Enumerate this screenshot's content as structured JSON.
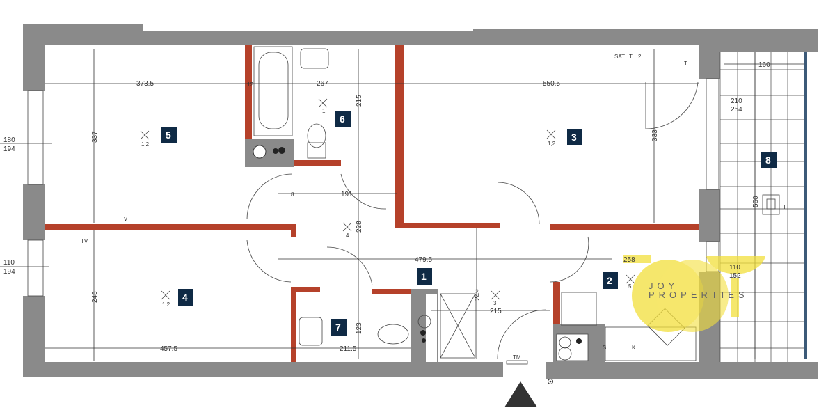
{
  "rooms": [
    {
      "number": "1"
    },
    {
      "number": "2"
    },
    {
      "number": "3"
    },
    {
      "number": "4"
    },
    {
      "number": "5"
    },
    {
      "number": "6"
    },
    {
      "number": "7"
    },
    {
      "number": "8"
    }
  ],
  "dimensions": {
    "room5_width": "373.5",
    "bath_width": "267",
    "room3_width": "550.5",
    "room5_depth": "337",
    "bath_depth": "215",
    "room3_depth": "333",
    "balcony_width": "160",
    "balcony_door_w": "210",
    "balcony_door_h": "254",
    "window5_w": "180",
    "window5_h": "194",
    "hall_upper_width": "191",
    "hall_depth": "228",
    "hall_width": "479.5",
    "kitchen_width": "258",
    "kitchen_window_w": "110",
    "kitchen_window_h": "152",
    "window4_w": "110",
    "window4_h": "194",
    "room4_depth": "245",
    "room4_width": "457.5",
    "wc_width": "211.5",
    "wc_depth": "123",
    "entry_depth": "249",
    "entry_width": "215",
    "balcony_length": "560",
    "wall_12": "12",
    "wall_8": "8"
  },
  "symbols": {
    "light_12": "1,2",
    "light_1": "1",
    "light_4": "4",
    "light_3": "3",
    "light_5": "5",
    "sat": "SAT",
    "t": "T",
    "tv": "TV",
    "two": "2",
    "tm": "TM",
    "k": "K",
    "s": "S"
  },
  "watermark": {
    "line1": "JOY",
    "line2": "PROPERTIES"
  },
  "colors": {
    "wall_outer": "#8a8a8a",
    "wall_inner": "#b5412a",
    "label_bg": "#0f2a45",
    "watermark": "#f2df3c",
    "balcony_edge": "#3c5a78"
  }
}
